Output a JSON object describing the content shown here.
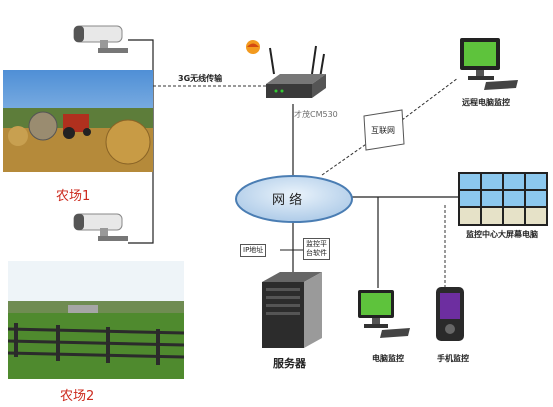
{
  "farm1_label": "农场1",
  "farm2_label": "农场2",
  "link_3g_label": "3G无线传输",
  "router_model_label": "才茂CM530",
  "internet_label": "互联网",
  "network_label": "网 络",
  "remote_pc_label": "远程电脑监控",
  "video_wall_label": "监控中心大屏幕电脑",
  "ip_label": "IP地址",
  "platform_label_line1": "监控平",
  "platform_label_line2": "台软件",
  "server_label": "服务器",
  "pc_monitor_label": "电脑监控",
  "phone_monitor_label": "手机监控",
  "colors": {
    "accent_red": "#cc2a1e",
    "network_fill": "#c9ddf2",
    "line": "#222222"
  }
}
